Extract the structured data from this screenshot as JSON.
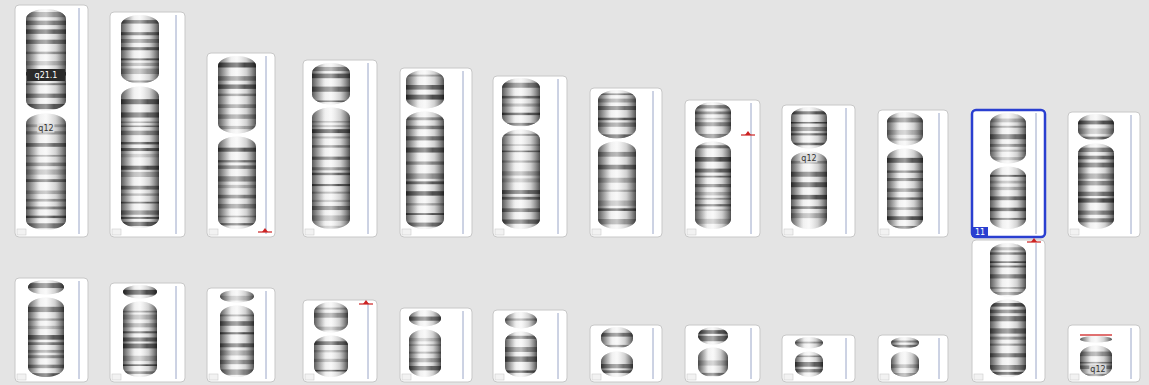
{
  "diagram": {
    "labels": [
      "q21.1",
      "q12",
      "q12",
      "11",
      "q12"
    ]
  }
}
